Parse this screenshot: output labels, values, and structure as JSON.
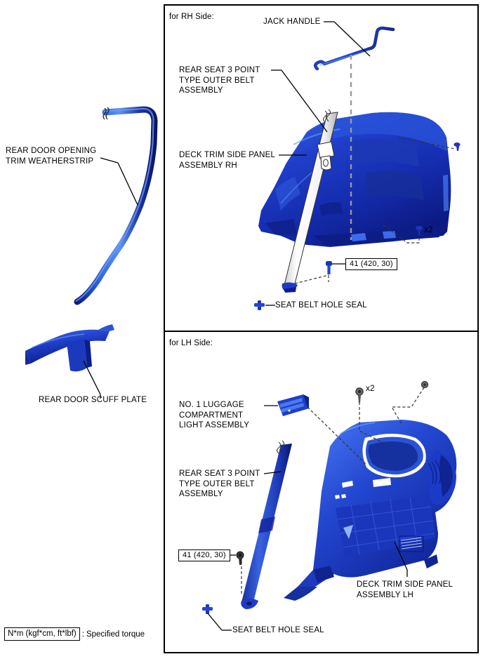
{
  "document": {
    "type": "exploded-parts-diagram",
    "footer_legend": {
      "unit": "N*m (kgf*cm, ft*lbf)",
      "separator": ":",
      "description": "Specified torque"
    }
  },
  "left_column": {
    "callouts": [
      {
        "name": "rear-door-opening-trim-weatherstrip",
        "text": "REAR DOOR OPENING\nTRIM WEATHERSTRIP"
      },
      {
        "name": "rear-door-scuff-plate",
        "text": "REAR DOOR SCUFF PLATE"
      }
    ]
  },
  "panels": [
    {
      "id": "rh",
      "title": "for RH Side:",
      "callouts": [
        {
          "name": "jack-handle",
          "text": "JACK HANDLE"
        },
        {
          "name": "rear-seat-3-point-type-outer-belt-assembly",
          "text": "REAR SEAT 3 POINT\nTYPE OUTER BELT\nASSEMBLY"
        },
        {
          "name": "deck-trim-side-panel-assembly-rh",
          "text": "DECK TRIM SIDE PANEL\nASSEMBLY RH"
        },
        {
          "name": "seat-belt-hole-seal",
          "text": "SEAT BELT HOLE SEAL"
        }
      ],
      "torque_specs": [
        {
          "name": "torque-spec-belt-anchor-rh",
          "value": "41 (420, 30)"
        }
      ],
      "quantities": [
        {
          "name": "clip-quantity-rh",
          "value": "x2"
        }
      ]
    },
    {
      "id": "lh",
      "title": "for LH Side:",
      "callouts": [
        {
          "name": "no-1-luggage-compartment-light-assembly",
          "text": "NO. 1 LUGGAGE\nCOMPARTMENT\nLIGHT ASSEMBLY"
        },
        {
          "name": "rear-seat-3-point-type-outer-belt-assembly",
          "text": "REAR SEAT 3 POINT\nTYPE OUTER BELT\nASSEMBLY"
        },
        {
          "name": "deck-trim-side-panel-assembly-lh",
          "text": "DECK TRIM SIDE PANEL\nASSEMBLY LH"
        },
        {
          "name": "seat-belt-hole-seal",
          "text": "SEAT BELT HOLE SEAL"
        }
      ],
      "torque_specs": [
        {
          "name": "torque-spec-belt-anchor-lh",
          "value": "41 (420, 30)"
        }
      ],
      "quantities": [
        {
          "name": "screw-quantity-lh",
          "value": "x2"
        }
      ]
    }
  ],
  "colors": {
    "part_blue": "#1b35bd",
    "part_blue_light": "#3a6ee0",
    "part_blue_dark": "#0c1d86",
    "line_black": "#000000",
    "background": "#ffffff"
  }
}
